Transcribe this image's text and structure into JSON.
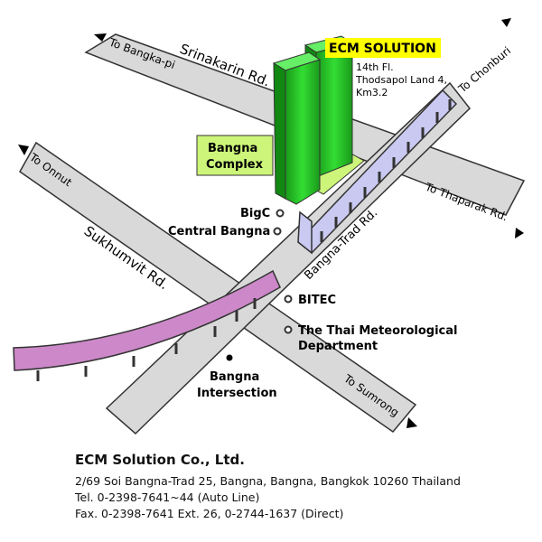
{
  "roads": {
    "srinakarin": "Srinakarin Rd.",
    "sukhumvit": "Sukhumvit Rd.",
    "bangna_trad": "Bangna-Trad Rd."
  },
  "directions": {
    "bangkapi": "To Bangka-pi",
    "onnut": "To Onnut",
    "chonburi": "To Chonburi",
    "thaparak": "To Thaparak Rd.",
    "sumrong": "To Sumrong"
  },
  "building": {
    "ecm_label": "ECM SOLUTION",
    "ecm_address": [
      "14th Fl.",
      "Thodsapol Land 4,",
      "Km3.2"
    ],
    "complex_label": [
      "Bangna",
      "Complex"
    ]
  },
  "landmarks": {
    "bigc": "BigC",
    "central": "Central Bangna",
    "bitec": "BITEC",
    "tmd": [
      "The Thai Meteorological",
      "Department"
    ],
    "intersection": [
      "Bangna",
      "Intersection"
    ]
  },
  "company": {
    "name": "ECM Solution Co., Ltd.",
    "address": "2/69 Soi Bangna-Trad 25, Bangna, Bangna, Bangkok 10260 Thailand",
    "tel": "Tel. 0-2398-7641~44 (Auto Line)",
    "fax": "Fax. 0-2398-7641 Ext. 26, 0-2744-1637 (Direct)"
  },
  "colors": {
    "road": "#d9d9d9",
    "road_edge": "#333333",
    "expressway_blue": "#c9c9f2",
    "expressway_purple": "#cc88c8",
    "tower_green": "#22bb22",
    "complex_green": "#ccf57a",
    "ecm_yellow": "#ffff00"
  }
}
